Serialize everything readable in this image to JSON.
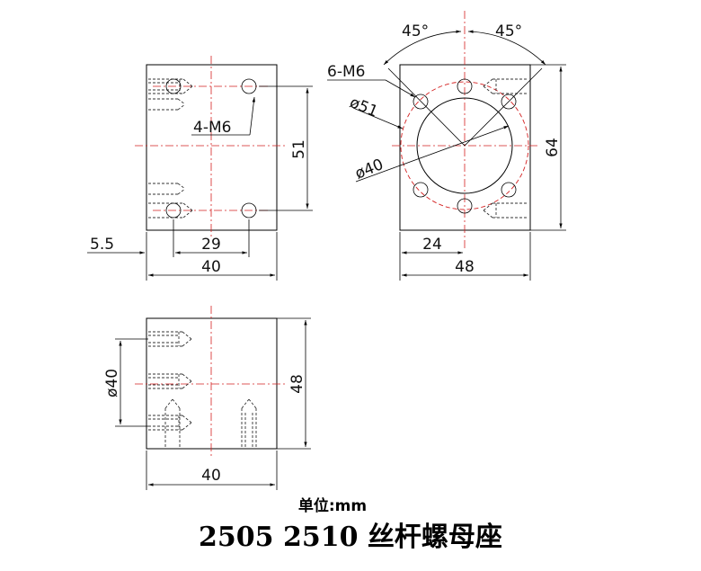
{
  "title": "2505 2510 丝杆螺母座",
  "unit_label": "单位:mm",
  "colors": {
    "line": "#000000",
    "centerline": "#d42020"
  },
  "front_view": {
    "hole_callout": "4-M6",
    "dim_width": "40",
    "dim_hole_spacing": "29",
    "dim_hole_offset": "5.5",
    "dim_height": "51"
  },
  "end_view": {
    "hole_callout": "6-M6",
    "angle_left": "45°",
    "angle_right": "45°",
    "dia_bolt_circle": "ø51",
    "dia_bore": "ø40",
    "dim_height": "64",
    "dim_center_offset": "24",
    "dim_width": "48"
  },
  "side_view": {
    "dim_bore": "ø40",
    "dim_height": "48",
    "dim_width": "40"
  }
}
